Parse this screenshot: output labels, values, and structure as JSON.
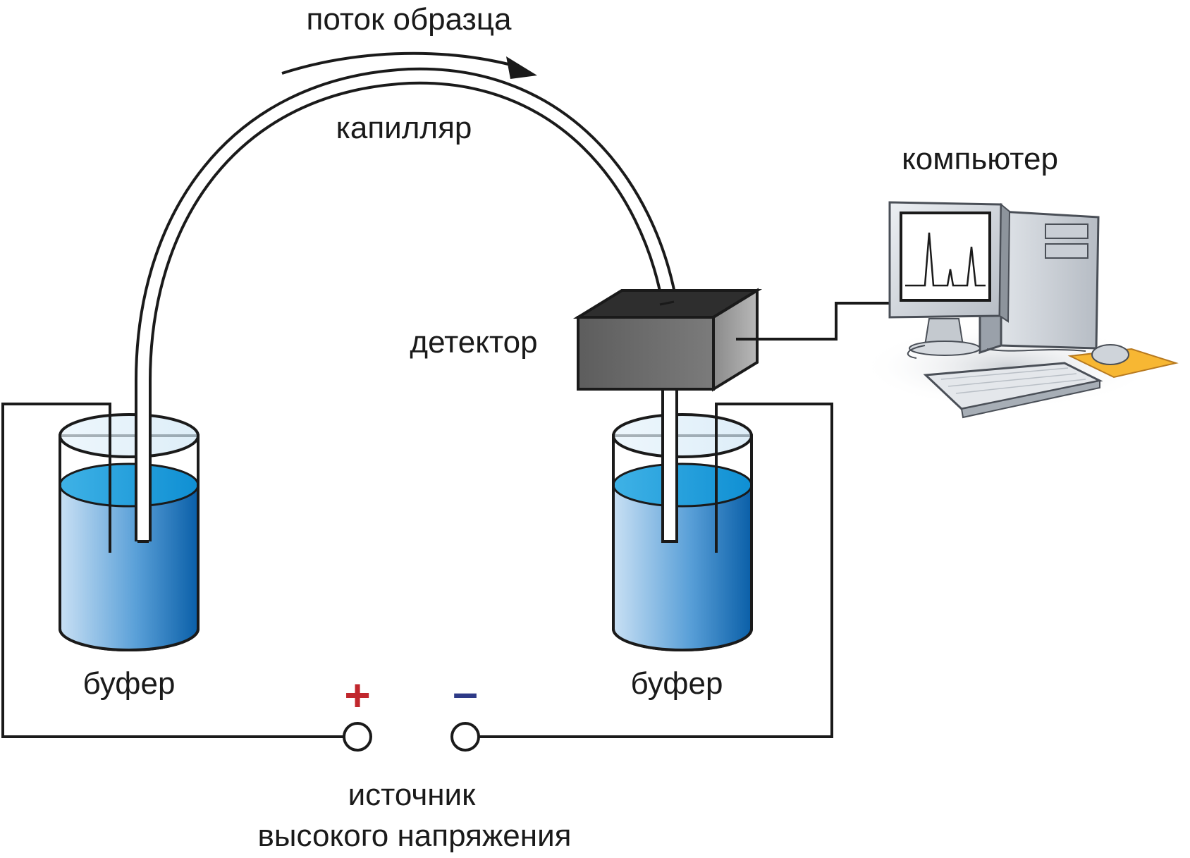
{
  "labels": {
    "sample_flow": "поток образца",
    "capillary": "капилляр",
    "computer": "компьютер",
    "detector": "детектор",
    "buffer_left": "буфер",
    "buffer_right": "буфер",
    "plus": "+",
    "minus": "–",
    "hv_line1": "источник",
    "hv_line2": "высокого напряжения"
  },
  "colors": {
    "plus": "#c1272d",
    "minus": "#2e3a87",
    "liquid_top": "#1ea7e1",
    "liquid_body": "#0a62ad",
    "detector": "#6f6f6f",
    "mousepad": "#f7b733"
  }
}
